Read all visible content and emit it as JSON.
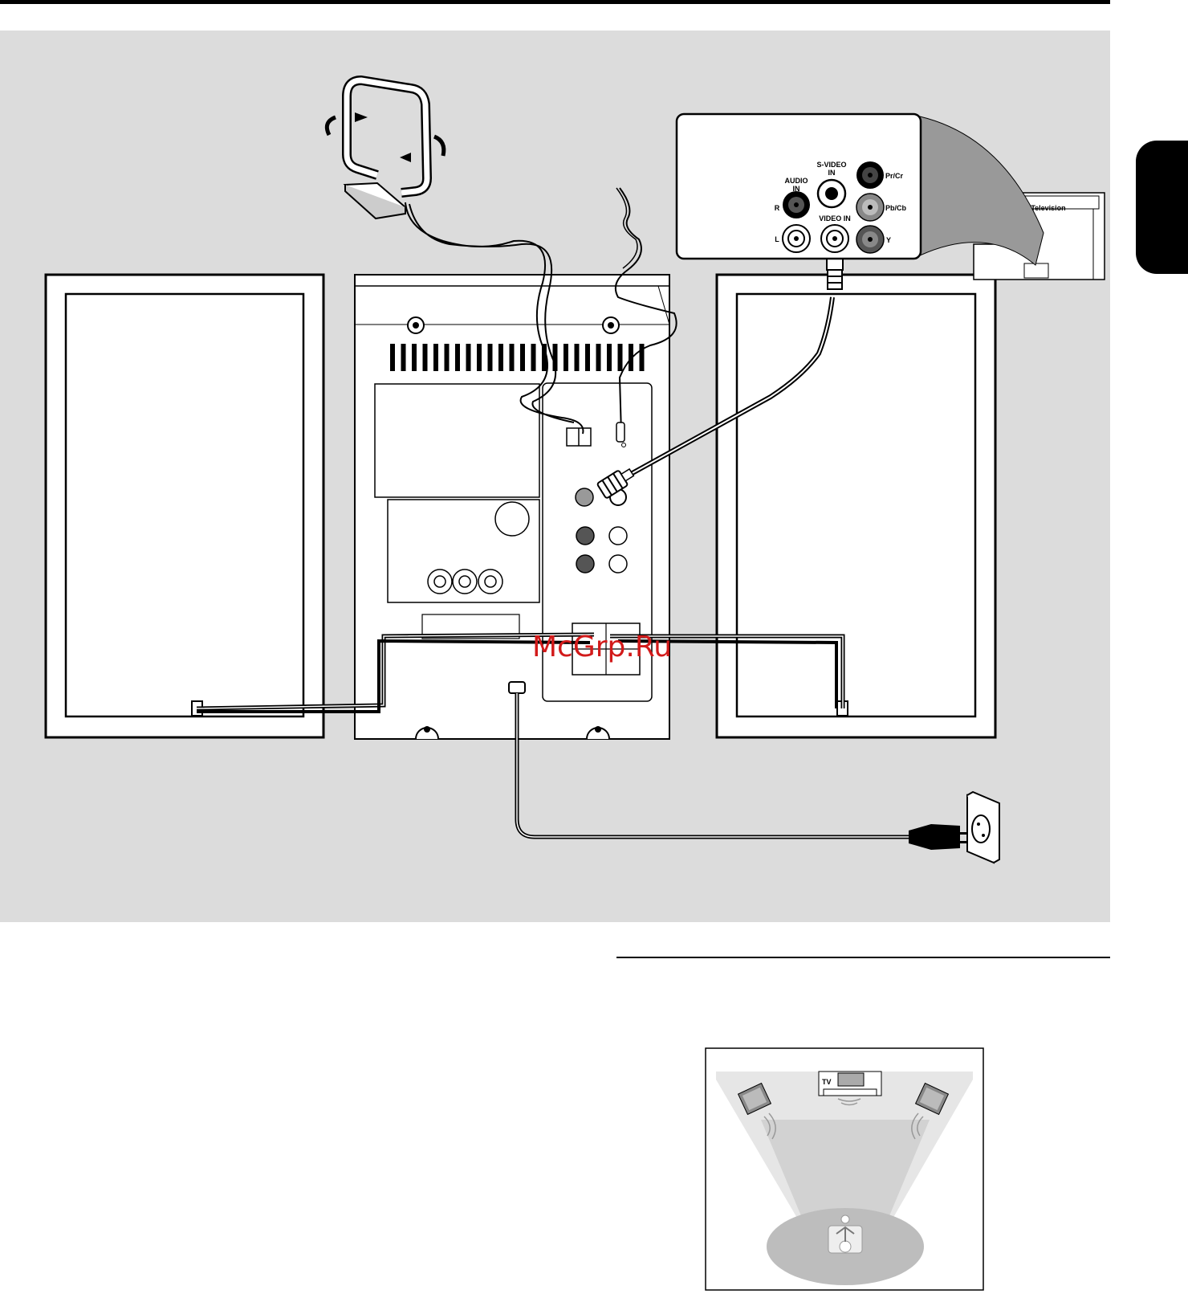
{
  "colors": {
    "panel_bg": "#dcdcdc",
    "line": "#000000",
    "watermark": "#d21a1a"
  },
  "connection_panel": {
    "s_video_in": "S-VIDEO\nIN",
    "s_video_line1": "S-VIDEO",
    "s_video_line2": "IN",
    "audio_in_line1": "AUDIO",
    "audio_in_line2": "IN",
    "audio_r": "R",
    "audio_l": "L",
    "video_in": "VIDEO IN",
    "pr_cr": "Pr/Cr",
    "pb_cb": "Pb/Cb",
    "y": "Y"
  },
  "television": {
    "label": "Television"
  },
  "room_diagram": {
    "tv_label": "TV"
  },
  "watermark": {
    "text": "McGrp.Ru"
  },
  "icons": [
    "am-loop-antenna-icon",
    "fm-wire-antenna-icon",
    "rotate-arrow-icon",
    "wall-socket-icon",
    "power-plug-icon",
    "video-cable-plug-icon",
    "speaker-icon",
    "listener-icon"
  ]
}
